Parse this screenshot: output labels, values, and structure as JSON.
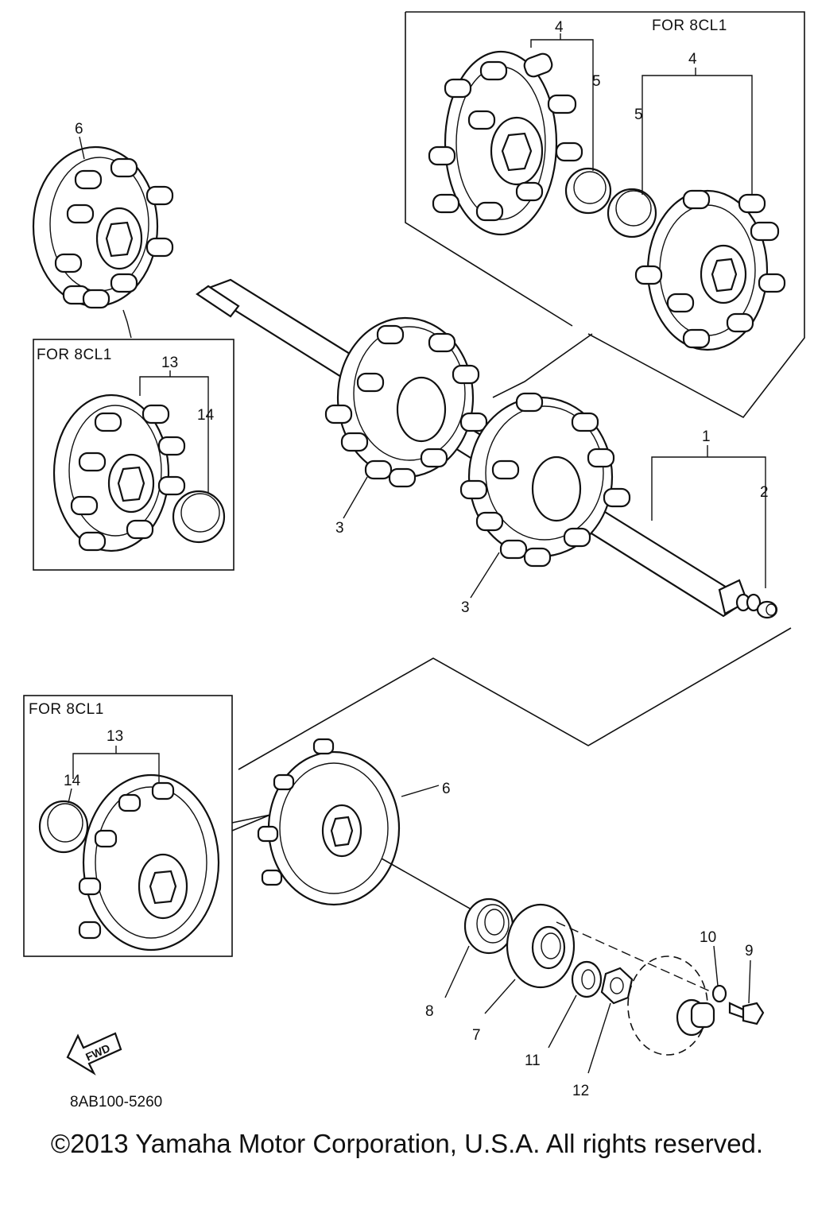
{
  "diagram": {
    "drawing_code": "8AB100-5260",
    "fwd_label": "FWD",
    "copyright": "©2013 Yamaha Motor Corporation, U.S.A. All rights reserved.",
    "boxes": [
      {
        "id": "top-right",
        "title": "FOR 8CL1"
      },
      {
        "id": "mid-left",
        "title": "FOR 8CL1"
      },
      {
        "id": "bottom-left",
        "title": "FOR 8CL1"
      }
    ],
    "callouts": {
      "c1": "1",
      "c2": "2",
      "c3a": "3",
      "c3b": "3",
      "c4a": "4",
      "c4b": "4",
      "c5a": "5",
      "c5b": "5",
      "c6a": "6",
      "c6b": "6",
      "c7": "7",
      "c8": "8",
      "c9": "9",
      "c10": "10",
      "c11": "11",
      "c12": "12",
      "c13a": "13",
      "c13b": "13",
      "c14a": "14",
      "c14b": "14"
    }
  }
}
